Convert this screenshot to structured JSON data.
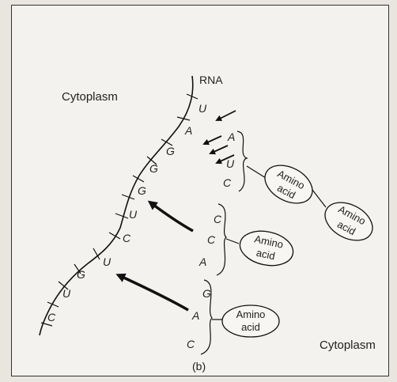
{
  "labels": {
    "rna": "RNA",
    "cytoplasm_top": "Cytoplasm",
    "cytoplasm_bottom": "Cytoplasm",
    "panel": "(b)"
  },
  "rna_bases": [
    "U",
    "A",
    "G",
    "G",
    "G",
    "U",
    "C",
    "U",
    "G",
    "U",
    "C"
  ],
  "anticodons": [
    {
      "bases": [
        "A",
        "U",
        "C"
      ]
    },
    {
      "bases": [
        "C",
        "C",
        "A"
      ]
    },
    {
      "bases": [
        "G",
        "A",
        "C"
      ]
    }
  ],
  "amino_acids": [
    {
      "line1": "Amino",
      "line2": "acid"
    },
    {
      "line1": "Amino",
      "line2": "acid"
    },
    {
      "line1": "Amino",
      "line2": "acid"
    },
    {
      "line1": "Amino",
      "line2": "acid"
    }
  ]
}
